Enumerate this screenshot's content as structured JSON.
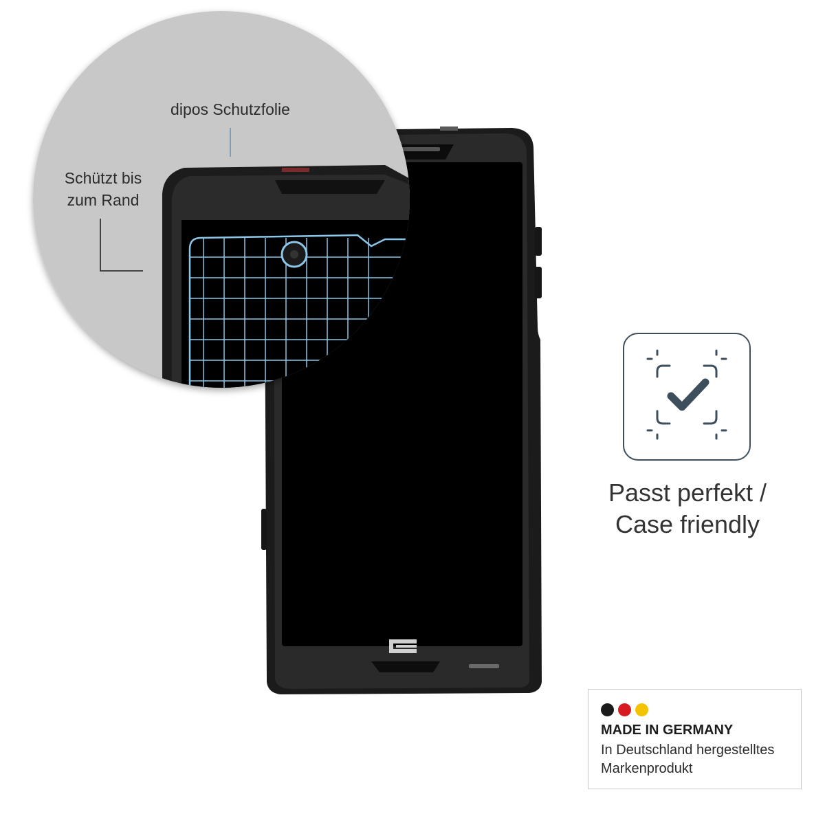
{
  "zoom": {
    "film_label": "dipos Schutzfolie",
    "edge_label_line1": "Schützt bis",
    "edge_label_line2": "zum Rand"
  },
  "fit": {
    "icon": "checkmark-in-frame-icon",
    "caption_line1": "Passt perfekt /",
    "caption_line2": "Case friendly"
  },
  "badge": {
    "title": "MADE IN GERMANY",
    "line1": "In Deutschland hergestelltes",
    "line2": "Markenprodukt",
    "flag_colors": [
      "#1a1a1a",
      "#d71920",
      "#f4c300"
    ]
  },
  "phone": {
    "logo_icon": "brand-logo-icon"
  },
  "colors": {
    "accent": "#3d4f5c",
    "grid": "#8cc6e8",
    "zoom_circle": "#c8c8c8"
  }
}
